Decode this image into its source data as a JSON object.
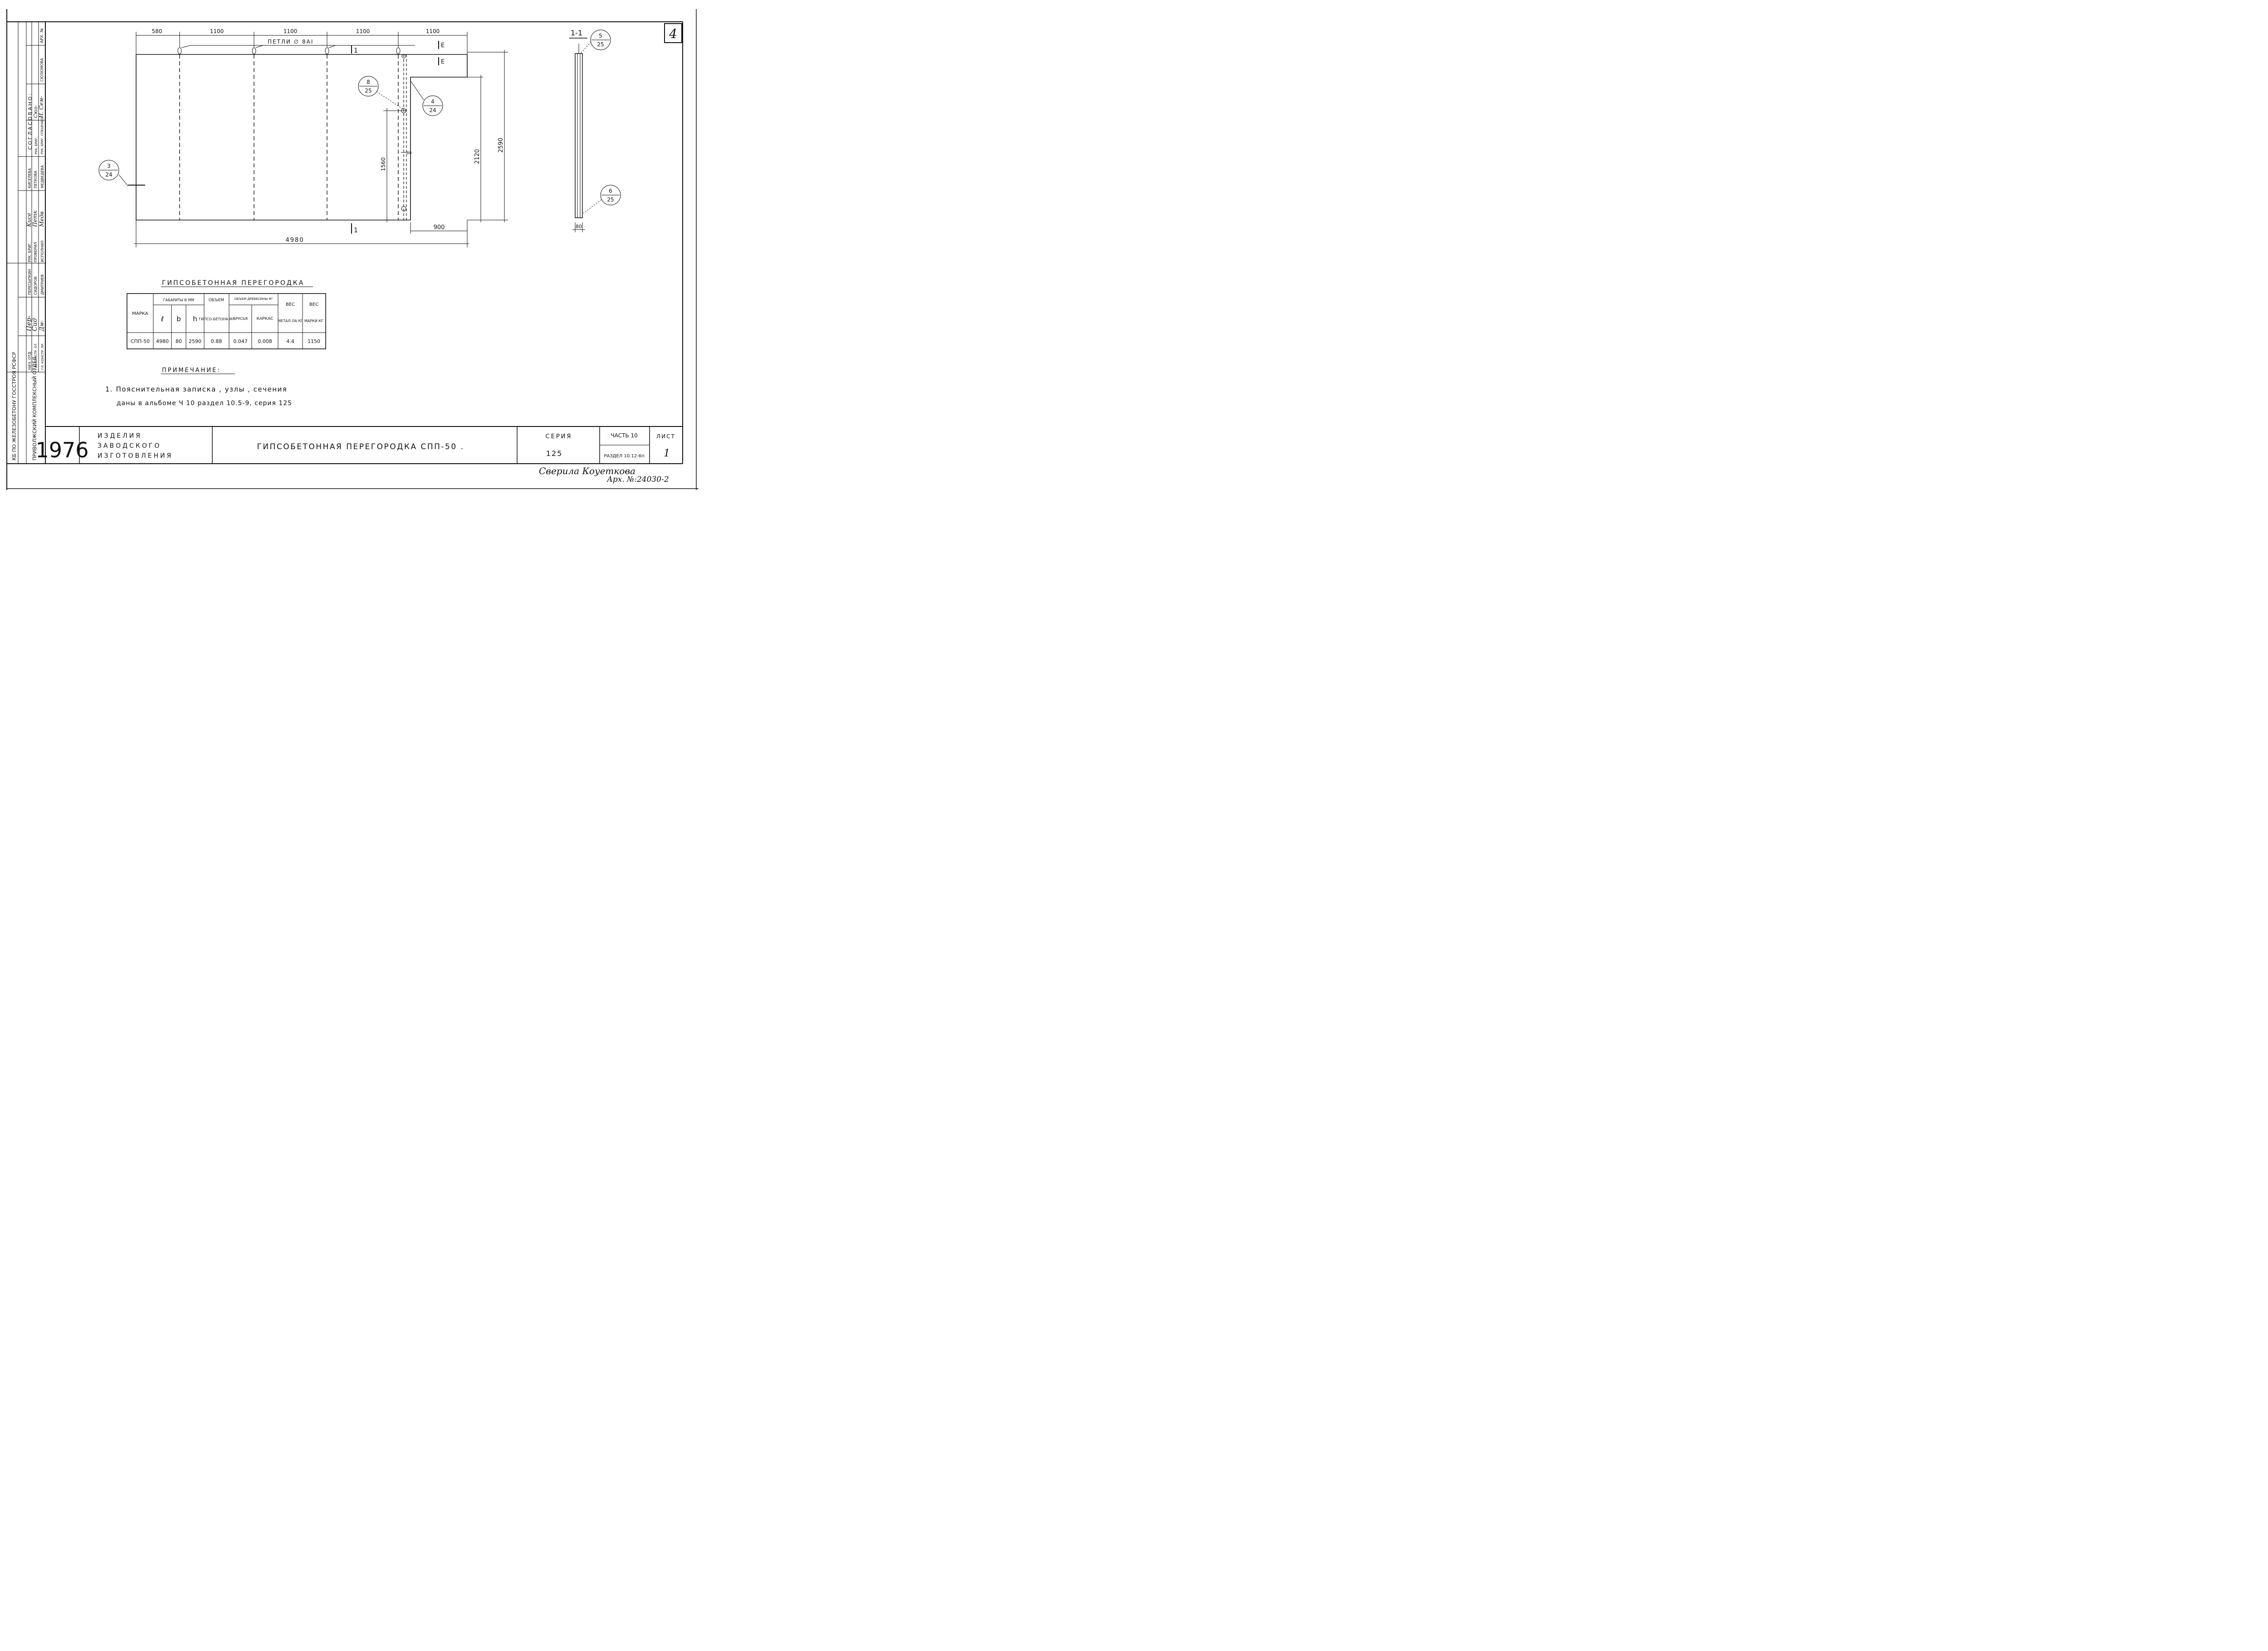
{
  "sheet_number": "4",
  "drawing": {
    "dims_top": [
      "580",
      "1100",
      "1100",
      "1100",
      "1100"
    ],
    "loops_label": "ПЕТЛИ ∅ 8AI",
    "section_mark": "1",
    "e_mark": "E",
    "dim_overall_length": "4980",
    "dim_door": "900",
    "dim_height_total": "2590",
    "dim_height_door": "2120",
    "dim_height_1560": "1560",
    "dim_80": "80",
    "callouts": [
      {
        "top": "3",
        "bottom": "24"
      },
      {
        "top": "8",
        "bottom": "25"
      },
      {
        "top": "4",
        "bottom": "24"
      },
      {
        "top": "5",
        "bottom": "25"
      },
      {
        "top": "6",
        "bottom": "25"
      }
    ],
    "section_title": "1-1",
    "section_thickness": "80"
  },
  "table": {
    "title": "ГИПСОБЕТОННАЯ ПЕРЕГОРОДКА",
    "headers": {
      "marka": "МАРКА",
      "dims_group": "ГАБАРИТЫ В ММ",
      "l": "ℓ",
      "b": "b",
      "h": "h",
      "vol_group": "ОБЪЕМ",
      "vol_sub": "ГИПСО-БЕТОНА М³",
      "wood_group": "ОБЪЕМ ДРЕВЕСИНЫ М³",
      "wood_bars": "БРУСЬЯ",
      "wood_frame": "КАРКАС",
      "metal_group": "ВЕС",
      "metal_sub": "МЕТАЛ-ЛА КГ",
      "mass_group": "ВЕС",
      "mass_sub": "МАРКИ КГ"
    },
    "row": [
      "СПП-50",
      "4980",
      "80",
      "2590",
      "0.88",
      "0.047",
      "0.008",
      "4.4",
      "1150"
    ]
  },
  "notes": {
    "title": "ПРИМЕЧАНИЕ:",
    "line1": "1. Пояснительная записка , узлы , сечения",
    "line2": "даны в альбоме Ч 10 раздел 10.5-9, серия 125"
  },
  "left_block": {
    "arch": "АРХ. №",
    "agreed": "СОГЛАСОВАНО:",
    "col1": [
      "РУК. БРИГ.",
      "РУК. БРИГ. СПЕЦРАБОТ"
    ],
    "col2": [
      "СЮЗЮМОВА"
    ],
    "names": [
      "КИСЕЛЕВА",
      "ПЕТКОВА",
      "МЕДВЕДЕВА"
    ],
    "roles": [
      "РУК. БРИГ.",
      "ПРОВЕРИЛ",
      "ИСПОЛНИЛ"
    ],
    "names2": [
      "ПЕРЕСЫПКИН",
      "СИДОРОВ",
      "ДМИТРИЕВ"
    ],
    "roles2": [
      "НАЧ. ОТД.",
      "ГЛ. КОНСТР. ОТ.",
      "ГЛ. КОНСТР. ПР."
    ],
    "org1": "КБ ПО ЖЕЛЕЗОБЕТОНУ ГОССТРОЯ РСФСР",
    "org2": "ПРИВОЛЖСКИЙ КОМПЛЕКСНЫЙ ОТДЕЛ"
  },
  "title_block": {
    "year": "1976",
    "product_type": [
      "ИЗДЕЛИЯ",
      "ЗАВОДСКОГО",
      "ИЗГОТОВЛЕНИЯ"
    ],
    "name": "ГИПСОБЕТОННАЯ ПЕРЕГОРОДКА СПП-50 .",
    "series_label": "СЕРИЯ",
    "series_value": "125",
    "part_label": "ЧАСТЬ 10",
    "section_label": "РАЗДЕЛ 10.12-6п",
    "sheet_label": "ЛИСТ",
    "sheet_value": "1"
  },
  "stamp": {
    "line1": "Сверила Коуеткова",
    "line2": "Арх. №:24030-2"
  }
}
